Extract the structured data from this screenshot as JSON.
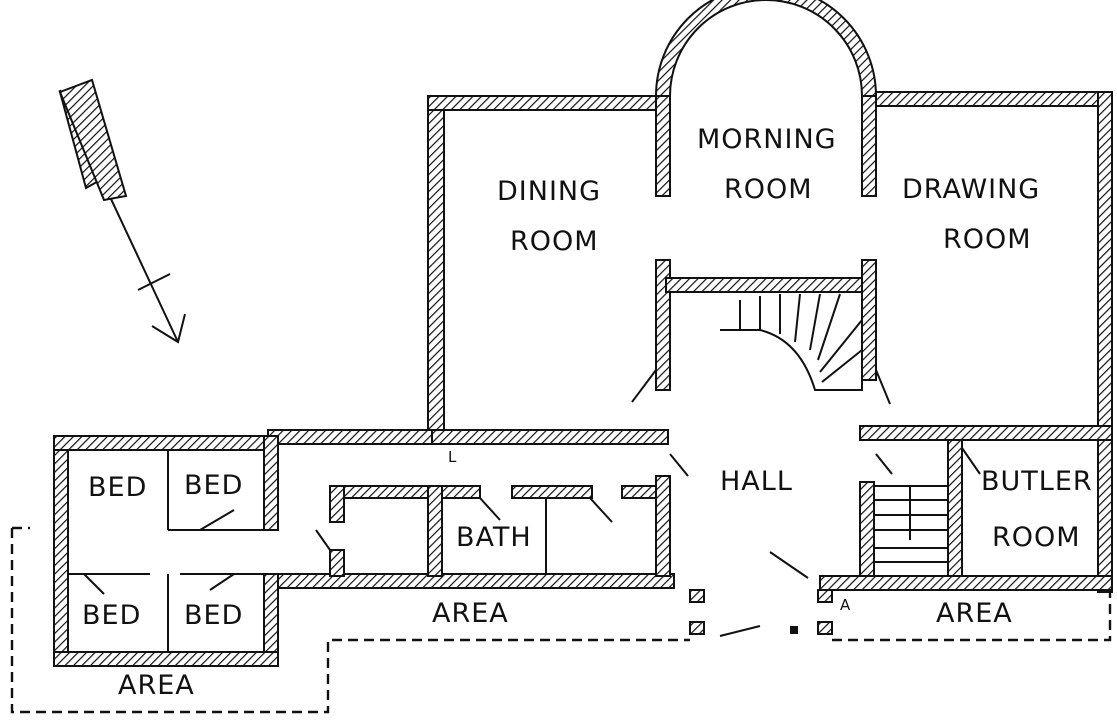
{
  "rooms": {
    "dining_1": "DINING",
    "dining_2": "ROOM",
    "morning_1": "MORNING",
    "morning_2": "ROOM",
    "drawing_1": "DRAWING",
    "drawing_2": "ROOM",
    "hall": "HALL",
    "bath": "BATH",
    "butler_1": "BUTLER",
    "butler_2": "ROOM",
    "bed_1": "BED",
    "bed_2": "BED",
    "bed_3": "BED",
    "bed_4": "BED",
    "area_1": "AREA",
    "area_2": "AREA",
    "area_3": "AREA"
  },
  "marks": {
    "a": "A",
    "l": "L"
  },
  "icons": {
    "north_arrow": "north-arrow-icon"
  }
}
